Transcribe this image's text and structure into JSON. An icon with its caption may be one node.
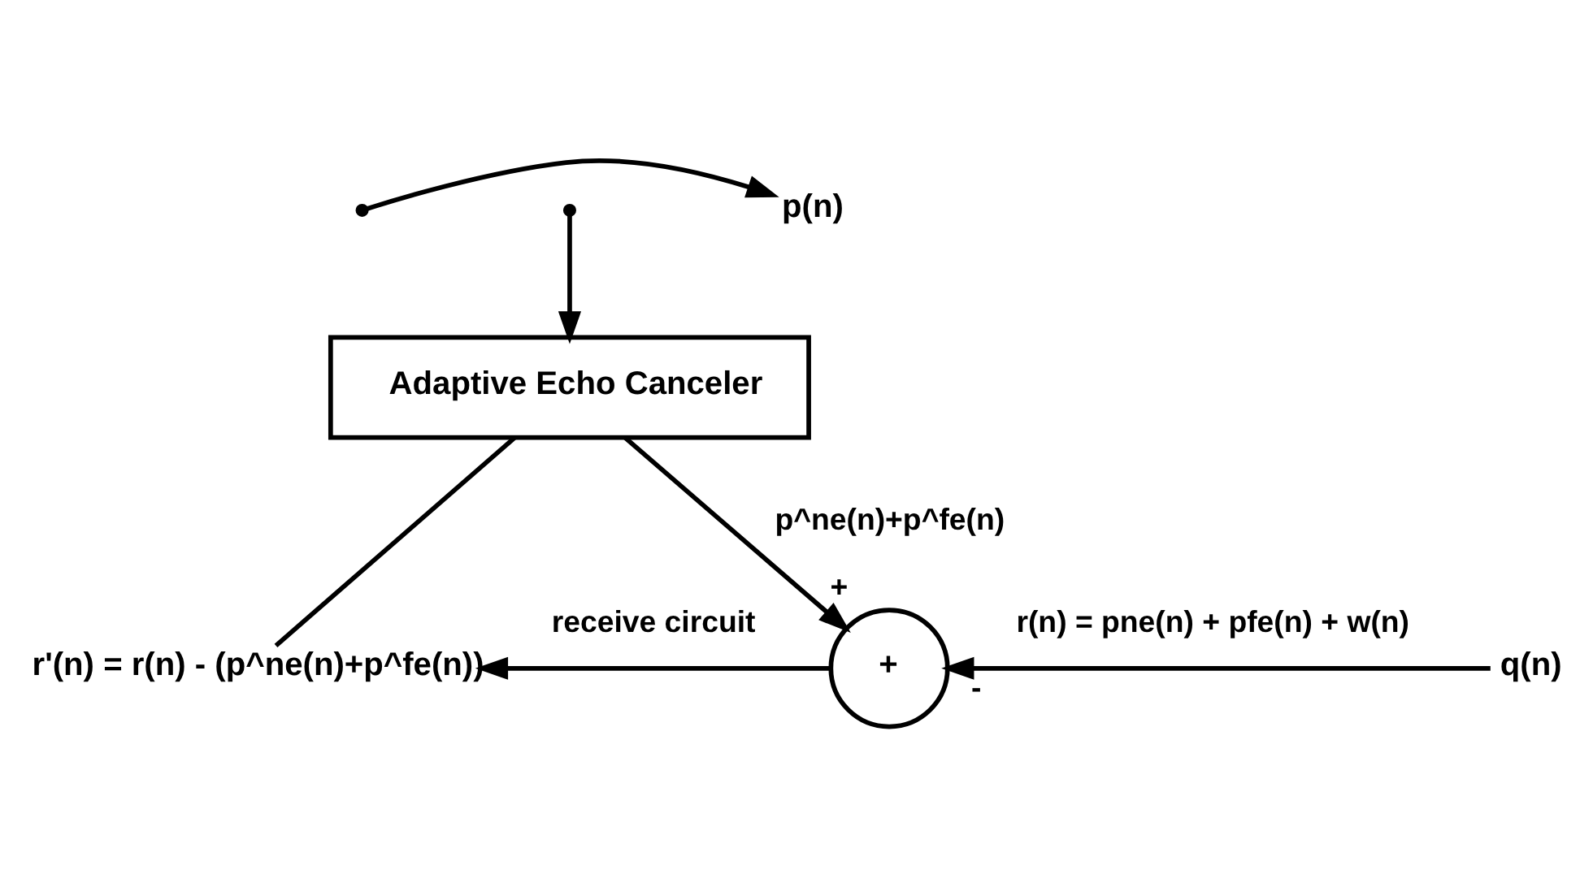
{
  "diagram": {
    "nodes": [
      {
        "text": [
          "p(n)"
        ]
      },
      {
        "text": [
          "Adaptive Echo Canceler"
        ]
      },
      {
        "text": [
          "+"
        ],
        "beside": [
          "+",
          "-"
        ]
      },
      {
        "text": [
          "q(n)"
        ]
      },
      {
        "text": [
          "r'(n) = r(n) - (p^ne(n)+p^fe(n))"
        ]
      }
    ],
    "edges": [
      {
        "from": null,
        "to": 0,
        "arrow": "to"
      },
      {
        "from": null,
        "to": 1,
        "arrow": "to"
      },
      {
        "from": 1,
        "to": 2,
        "arrow": "to",
        "label": "p^ne(n)+p^fe(n)"
      },
      {
        "from": 3,
        "to": 2,
        "arrow": "to",
        "label": "r(n) = pne(n) + pfe(n) + w(n)"
      },
      {
        "from": 2,
        "to": 4,
        "arrow": "to",
        "label": "receive circuit"
      },
      {
        "from": 4,
        "to": 1,
        "arrow": "none"
      }
    ]
  }
}
